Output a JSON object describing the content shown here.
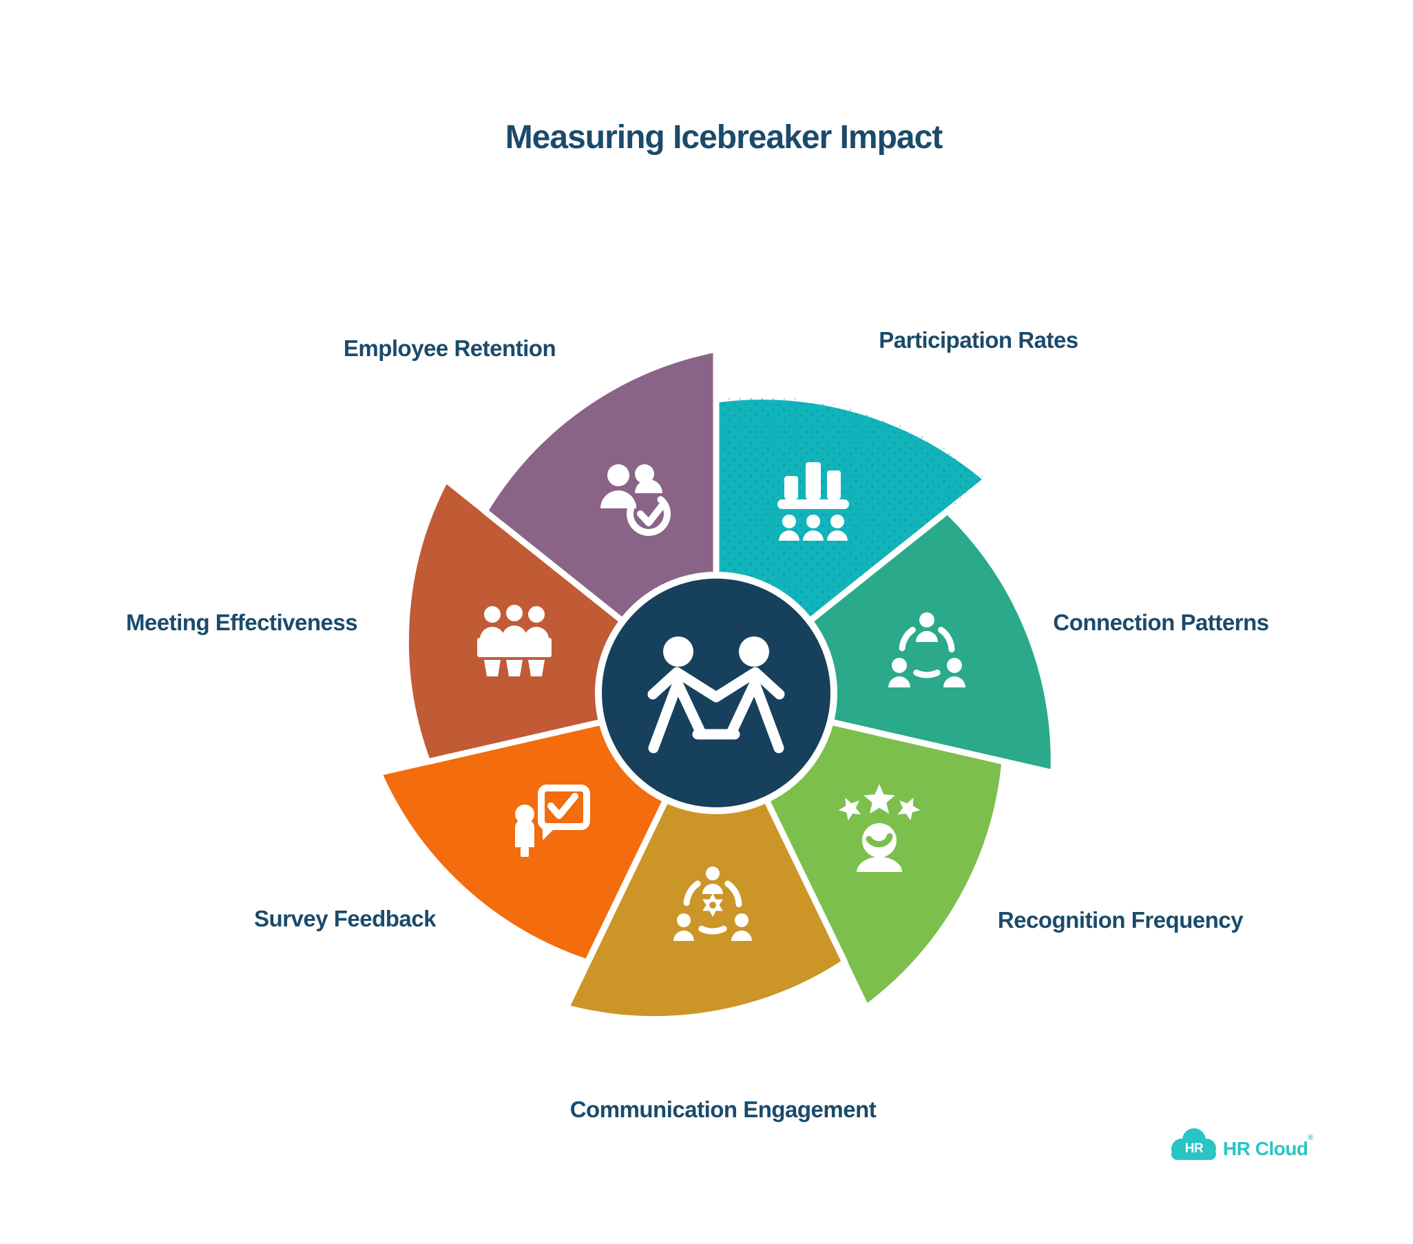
{
  "title": "Measuring Icebreaker Impact",
  "colors": {
    "background": "#ffffff",
    "text": "#1b4a6b",
    "center_circle": "#17405c",
    "icon": "#ffffff",
    "brand_teal": "#29c4c4"
  },
  "center": {
    "icon": "people-connection-icon"
  },
  "segments": [
    {
      "label": "Participation Rates",
      "color": "#11b4ba",
      "icon": "bar-chart-audience-icon",
      "position": "top-right"
    },
    {
      "label": "Connection Patterns",
      "color": "#2aaa8a",
      "icon": "people-network-icon",
      "position": "right"
    },
    {
      "label": "Recognition Frequency",
      "color": "#7cbf4d",
      "icon": "stars-person-icon",
      "position": "bottom-right"
    },
    {
      "label": "Communication Engagement",
      "color": "#cc9528",
      "icon": "people-gear-icon",
      "position": "bottom"
    },
    {
      "label": "Survey Feedback",
      "color": "#f36c0d",
      "icon": "person-speech-check-icon",
      "position": "bottom-left"
    },
    {
      "label": "Meeting Effectiveness",
      "color": "#c05b36",
      "icon": "meeting-table-icon",
      "position": "left"
    },
    {
      "label": "Employee Retention",
      "color": "#8a6486",
      "icon": "people-checkmark-icon",
      "position": "top-left"
    }
  ],
  "logo": {
    "badge_text": "HR",
    "brand_text": "HR Cloud",
    "registered_mark": "®",
    "color": "#29c4c4"
  }
}
